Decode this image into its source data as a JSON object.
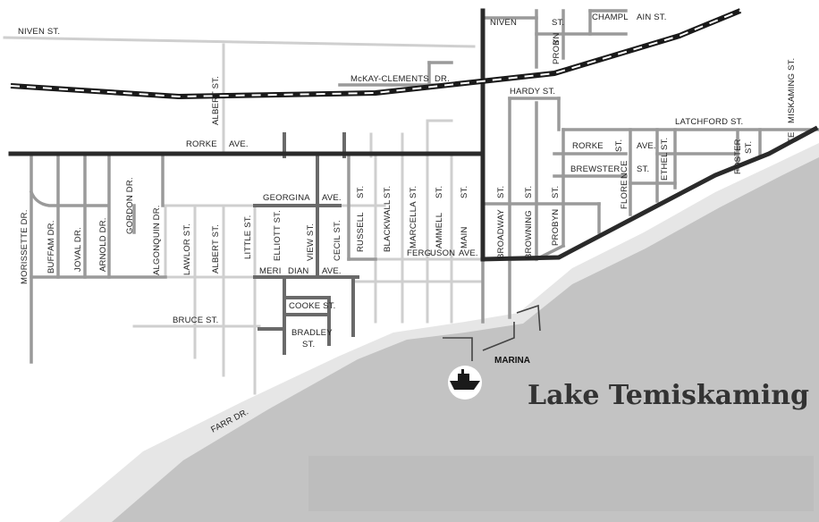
{
  "water_body": "Lake Temiskaming",
  "marina_label": "MARINA",
  "colors": {
    "water": "#c3c3c3",
    "shore_band": "#e6e6e6",
    "street_light": "#cfcfcf",
    "street_mid": "#9a9a9a",
    "street_dark": "#6a6a6a",
    "highway": "#2a2a2a"
  },
  "marina_icon": "boat-icon",
  "streets": {
    "niven_w": "NIVEN ST.",
    "niven_e1": "NIVEN",
    "niven_e2": "ST.",
    "champlain_a": "CHAMPL",
    "champlain_b": "AIN ST.",
    "mckay_a": "McKAY-CLEMENTS",
    "mckay_b": "DR.",
    "hardy": "HARDY ST.",
    "latchford": "LATCHFORD ST.",
    "temiskaming_a": "TE",
    "temiskaming_b": "MISKAMING ST.",
    "rorke_w1": "RORKE",
    "rorke_w2": "AVE.",
    "rorke_e1": "RORKE",
    "rorke_e2": "ST.",
    "rorke_e3": "AVE.",
    "brewster": "BREWSTER",
    "brewster_st": "ST.",
    "flore": "FLORE",
    "nce": "NCE",
    "ethel": "ETHEL",
    "ethel_st": "ST.",
    "foster": "FOSTER",
    "foster_st": "ST.",
    "georgina": "GEORGINA",
    "georgina_ave": "AVE.",
    "albert_north": "ALBERT ST.",
    "morissette": "MORISSETTE DR.",
    "buffam": "BUFFAM DR.",
    "joval": "JOVAL DR.",
    "arnold": "ARNOLD DR.",
    "gordon": "GORDON DR.",
    "algonquin": "ALGONQUIN DR.",
    "lawlor": "LAWLOR ST.",
    "albert_south": "ALBERT ST.",
    "little": "LITTLE ST.",
    "elliott": "ELLIOTT ST.",
    "view": "VIEW ST.",
    "cecil": "CECIL ST.",
    "russell": "RUSSELL",
    "blackwall": "BLACKWALL",
    "marcella": "MARCELLA",
    "ammell": "AMMELL",
    "main": "MAIN",
    "broadway": "BROADWAY",
    "browning": "BROWNING",
    "probyn_s": "PROBYN",
    "probyn_n1": "PROB",
    "probyn_n2": "YN",
    "st": "ST.",
    "meri": "MERI",
    "dian": "DIAN",
    "meridian_ave": "AVE.",
    "ferg": "FERG",
    "uson": "USON",
    "ferguson_ave": "AVE.",
    "cooke": "COOKE ST.",
    "bradley": "BRADLEY",
    "bradley_st": "ST.",
    "bruce": "BRUCE ST.",
    "farr": "FARR DR."
  }
}
